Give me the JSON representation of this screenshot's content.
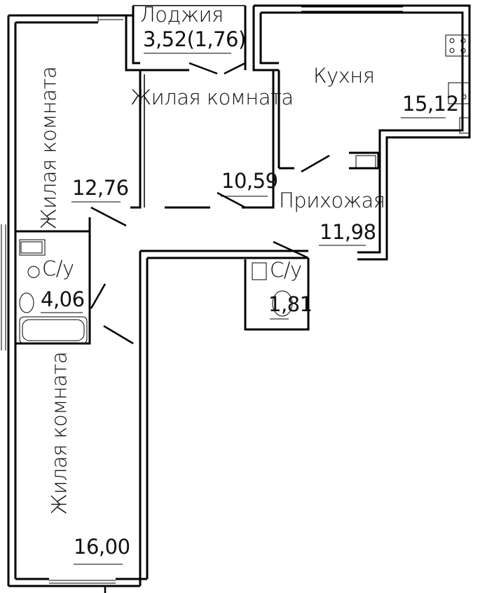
{
  "rooms": {
    "loggia": {
      "name": "Лоджия",
      "area": "3,52(1,76)"
    },
    "kitchen": {
      "name": "Кухня",
      "area": "15,12"
    },
    "living_center": {
      "name": "Жилая комната",
      "area": "10,59"
    },
    "living_left_top": {
      "name": "Жилая комната",
      "area": "12,76"
    },
    "hallway": {
      "name": "Прихожая",
      "area": "11,98"
    },
    "bathroom": {
      "name": "С/у",
      "area": "4,06"
    },
    "toilet": {
      "name": "С/у",
      "area": "1,81"
    },
    "living_left_bottom": {
      "name": "Жилая комната",
      "area": "16,00"
    }
  }
}
